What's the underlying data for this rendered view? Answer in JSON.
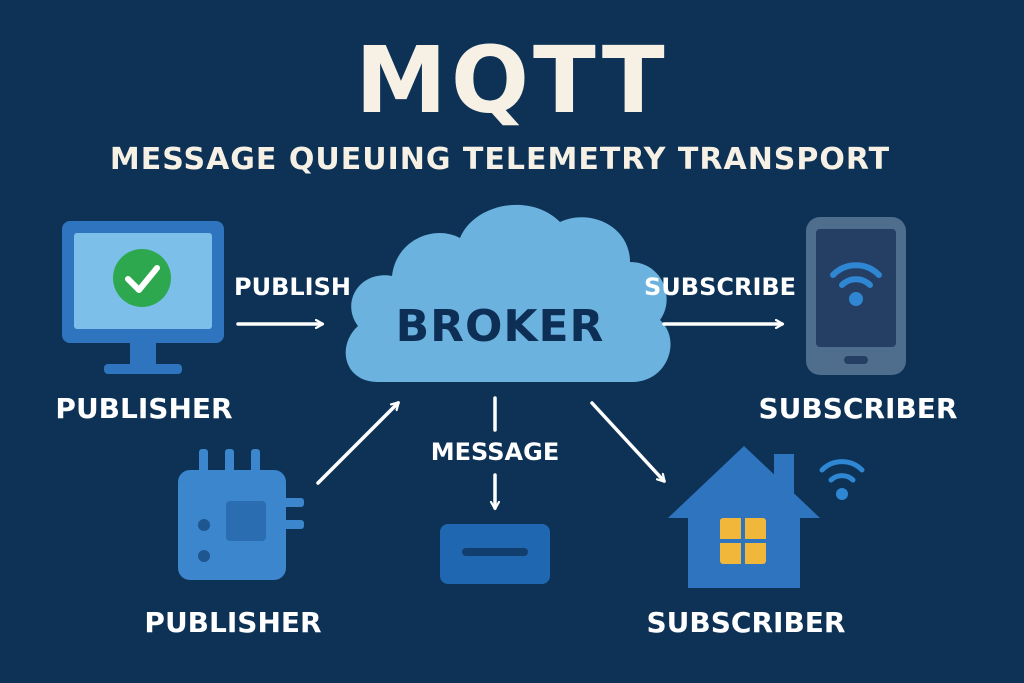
{
  "title": "MQTT",
  "subtitle": "MESSAGE QUEUING TELEMETRY TRANSPORT",
  "broker": {
    "label": "BROKER"
  },
  "publishers": [
    {
      "label": "PUBLISHER",
      "icon": "computer-monitor-icon"
    },
    {
      "label": "PUBLISHER",
      "icon": "microchip-icon"
    }
  ],
  "subscribers": [
    {
      "label": "SUBSCRIBER",
      "icon": "smartphone-icon"
    },
    {
      "label": "SUBSCRIBER",
      "icon": "smart-home-icon"
    }
  ],
  "flows": {
    "publish": "PUBLISH",
    "subscribe": "SUBSCRIBE",
    "message": "MESSAGE"
  },
  "colors": {
    "background": "#0d3256",
    "cloud": "#6cb2df",
    "device_blue": "#2f74bf",
    "check_green": "#2ea84f",
    "window_yellow": "#f1b73a",
    "text": "#ffffff"
  }
}
